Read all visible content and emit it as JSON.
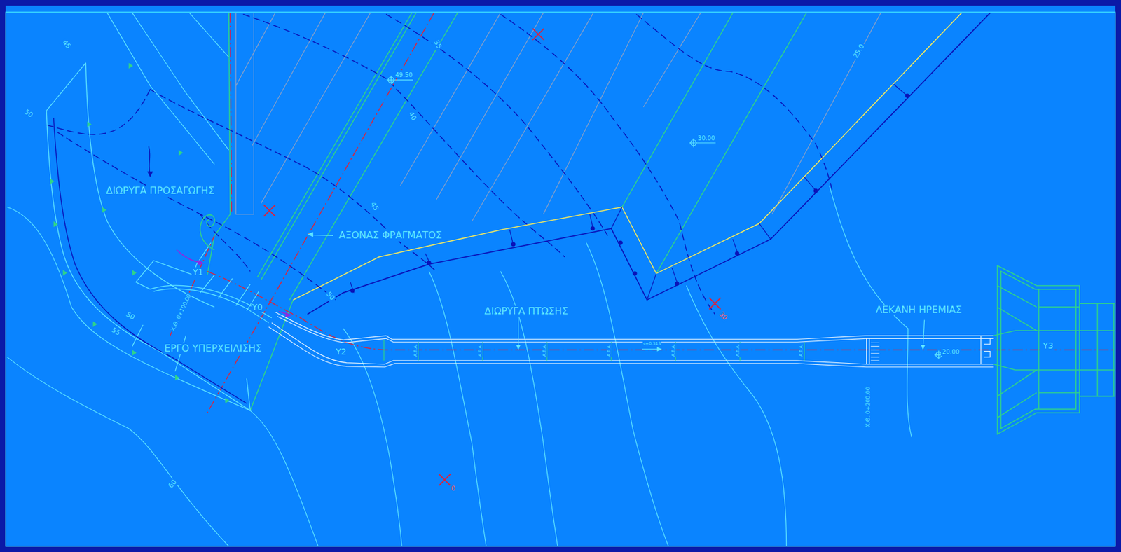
{
  "diagram": {
    "labels": [
      "ΔΙΩΡΥΓΑ ΠΡΟΣΑΓΩΓΗΣ",
      "ΑΞΟΝΑΣ ΦΡΑΓΜΑΤΟΣ",
      "ΔΙΩΡΥΓΑ ΠΤΩΣΗΣ",
      "ΛΕΚΑΝΗ ΗΡΕΜΙΑΣ",
      "ΕΡΓΟ ΥΠΕΡΧΕΙΛΙΣΗΣ",
      "Υ1",
      "Υ0",
      "Υ2",
      "Υ3",
      "45",
      "50",
      "35",
      "40",
      "45",
      "50",
      "50",
      "55",
      "60",
      "25.0",
      "30",
      "0",
      "49.50",
      "30.00",
      "20.00",
      "Χ.Θ. 0+100.00",
      "Χ.Θ. 0+200.00",
      "Α.Τ.Α.",
      "Α.Τ.Α.",
      "Α.Τ.Α.",
      "Α.Τ.Α.",
      "Α.Τ.Α.",
      "Α.Τ.Α.",
      "Α.Τ.Α.",
      "s=0.313"
    ]
  }
}
